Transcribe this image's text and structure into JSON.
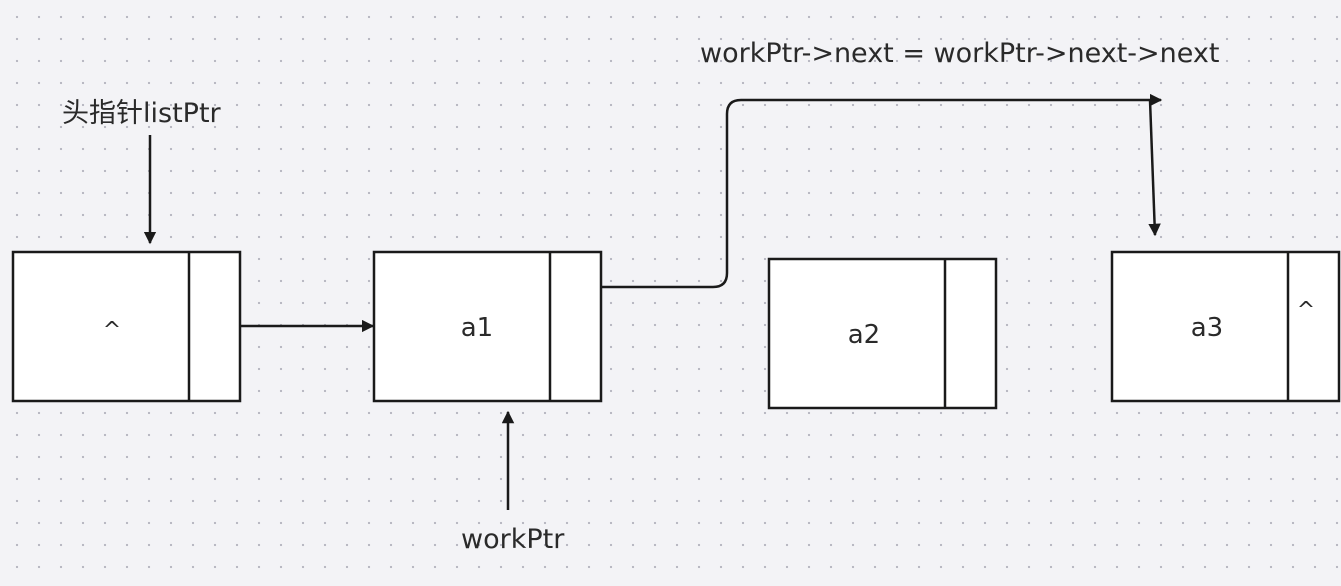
{
  "labels": {
    "head_pointer": "头指针listPtr",
    "work_pointer": "workPtr",
    "operation": "workPtr->next = workPtr->next->next"
  },
  "nodes": [
    {
      "data": "^",
      "next": ""
    },
    {
      "data": "a1",
      "next": ""
    },
    {
      "data": "a2",
      "next": ""
    },
    {
      "data": "a3",
      "next": "^"
    }
  ],
  "colors": {
    "background": "#f3f3f6",
    "grid_dot": "#b9b9c3",
    "stroke": "#1a1a1a",
    "node_fill": "#ffffff",
    "text": "#2a2a2a"
  }
}
